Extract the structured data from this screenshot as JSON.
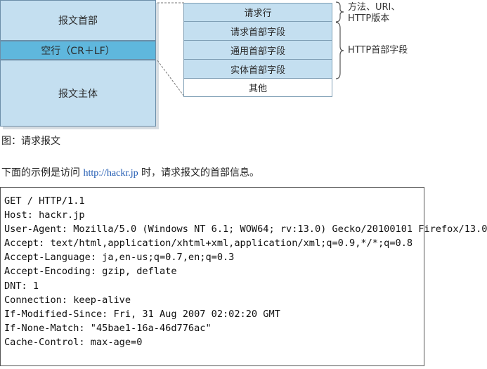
{
  "diagram": {
    "left_blocks": [
      "报文首部",
      "空行（CR＋LF）",
      "报文主体"
    ],
    "right_rows": [
      "请求行",
      "请求首部字段",
      "通用首部字段",
      "实体首部字段",
      "其他"
    ],
    "brace_labels": {
      "request_line": [
        "方法、URI、",
        "HTTP版本"
      ],
      "headers": "HTTP首部字段"
    }
  },
  "figure_caption": "图：请求报文",
  "intro": {
    "before_link": "下面的示例是访问 ",
    "link_text": "http://hackr.jp",
    "after_link": " 时，请求报文的首部信息。"
  },
  "code_lines": [
    "GET / HTTP/1.1",
    "Host: hackr.jp",
    "User-Agent: Mozilla/5.0 (Windows NT 6.1; WOW64; rv:13.0) Gecko/20100101 Firefox/13.0",
    "Accept: text/html,application/xhtml+xml,application/xml;q=0.9,*/*;q=0.8",
    "Accept-Language: ja,en-us;q=0.7,en;q=0.3",
    "Accept-Encoding: gzip, deflate",
    "DNT: 1",
    "Connection: keep-alive",
    "If-Modified-Since: Fri, 31 Aug 2007 02:02:20 GMT",
    "If-None-Match: \"45bae1-16a-46d776ac\"",
    "Cache-Control: max-age=0"
  ]
}
